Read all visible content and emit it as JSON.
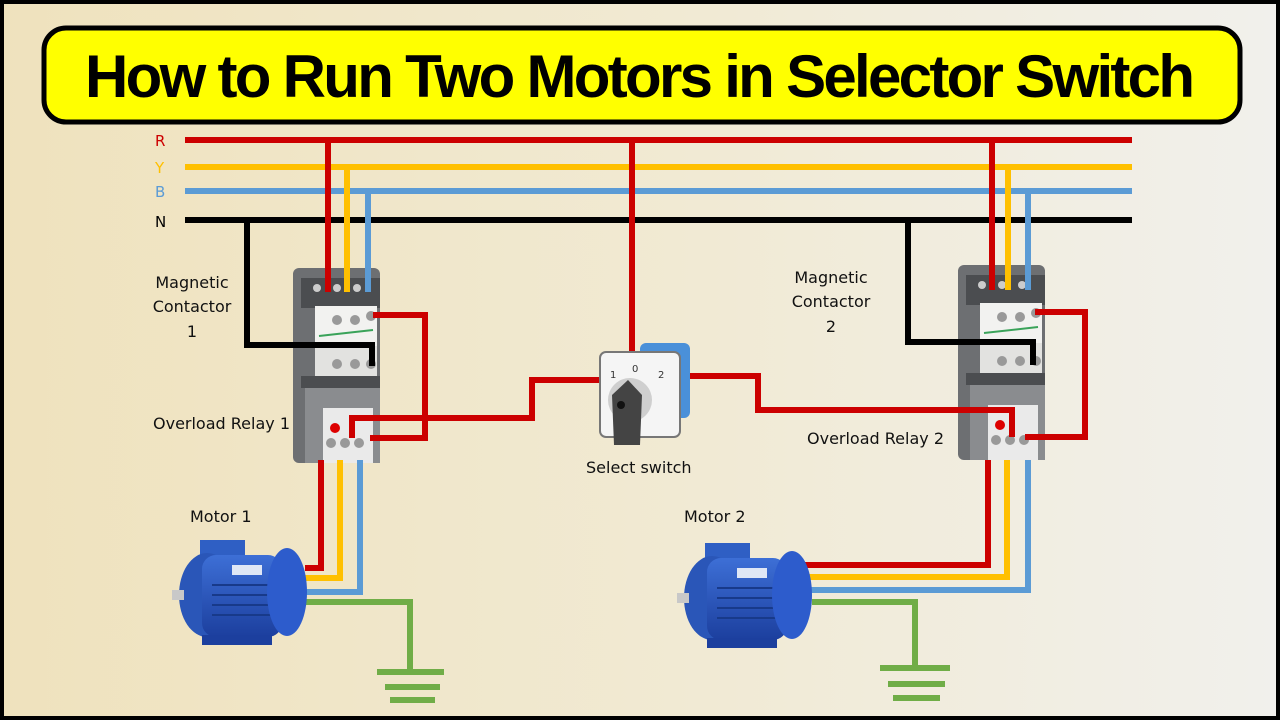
{
  "title": "How to Run Two Motors in Selector Switch",
  "phases": [
    {
      "label": "R",
      "color": "#cc0000"
    },
    {
      "label": "Y",
      "color": "#ffc000"
    },
    {
      "label": "B",
      "color": "#5b9bd5"
    },
    {
      "label": "N",
      "color": "#000000"
    }
  ],
  "earth_color": "#70ad47",
  "components": {
    "contactor1": {
      "line1": "Magnetic",
      "line2": "Contactor",
      "line3": "1"
    },
    "contactor2": {
      "line1": "Magnetic",
      "line2": "Contactor",
      "line3": "2"
    },
    "relay1": "Overload Relay 1",
    "relay2": "Overload Relay 2",
    "motor1": "Motor 1",
    "motor2": "Motor 2",
    "switch": {
      "label": "Select switch",
      "positions": [
        "1",
        "0",
        "2"
      ]
    }
  }
}
